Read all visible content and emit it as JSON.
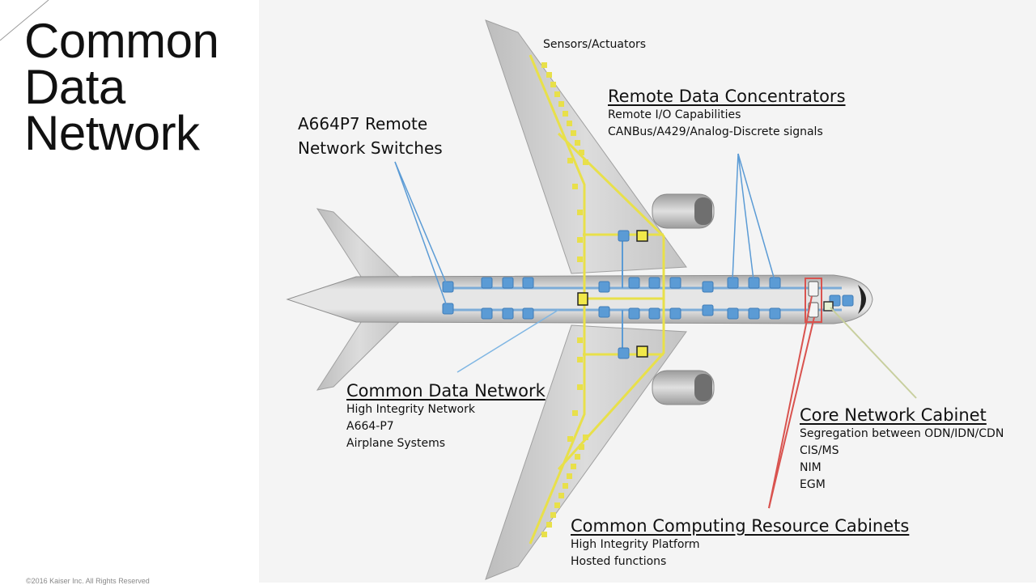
{
  "slide": {
    "title_lines": [
      "Common",
      "Data",
      "Network"
    ],
    "copyright": "©2016 Kaiser Inc. All Rights Reserved"
  },
  "labels": {
    "sensors": "Sensors/Actuators",
    "rdc": {
      "heading": "Remote Data Concentrators",
      "lines": [
        "Remote I/O Capabilities",
        "CANBus/A429/Analog-Discrete signals"
      ]
    },
    "rns": {
      "lines": [
        "A664P7 Remote",
        "Network Switches"
      ]
    },
    "cdn": {
      "heading": "Common Data Network",
      "lines": [
        "High Integrity Network",
        "A664-P7",
        "Airplane Systems"
      ]
    },
    "cnc": {
      "heading": "Core Network  Cabinet",
      "lines": [
        "Segregation between ODN/IDN/CDN",
        "CIS/MS",
        "NIM",
        "EGM"
      ]
    },
    "ccr": {
      "heading": "Common Computing Resource Cabinets",
      "lines": [
        "High Integrity Platform",
        "Hosted functions"
      ]
    }
  },
  "colors": {
    "network_blue": "#5b9bd5",
    "wiring_yellow": "#e8e04a",
    "ccr_red": "#d9534f",
    "cnc_green": "#b7c98a",
    "aircraft_grey": "#c9c9c9"
  }
}
